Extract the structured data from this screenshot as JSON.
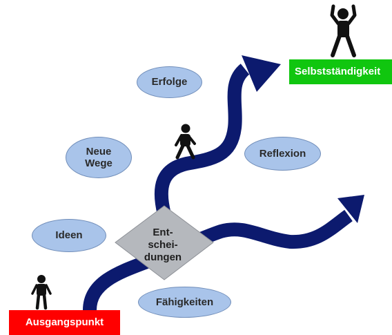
{
  "labels": {
    "start": "Ausgangspunkt",
    "goal": "Selbstständigkeit",
    "decision": "Ent-\nschei-\ndungen",
    "erfolge": "Erfolge",
    "neue_wege": "Neue\nWege",
    "reflexion": "Reflexion",
    "ideen": "Ideen",
    "faehigkeiten": "Fähigkeiten"
  },
  "colors": {
    "path": "#0c1a6e",
    "bubble_fill": "#a9c4ea",
    "bubble_border": "#6f8cb8",
    "diamond_fill": "#b5b8bd",
    "start_box": "#ff0000",
    "goal_box": "#10c60f",
    "figure": "#111111"
  },
  "icons": [
    "standing-person-icon",
    "walking-person-icon",
    "cheering-person-icon",
    "arrow-head-icon"
  ]
}
